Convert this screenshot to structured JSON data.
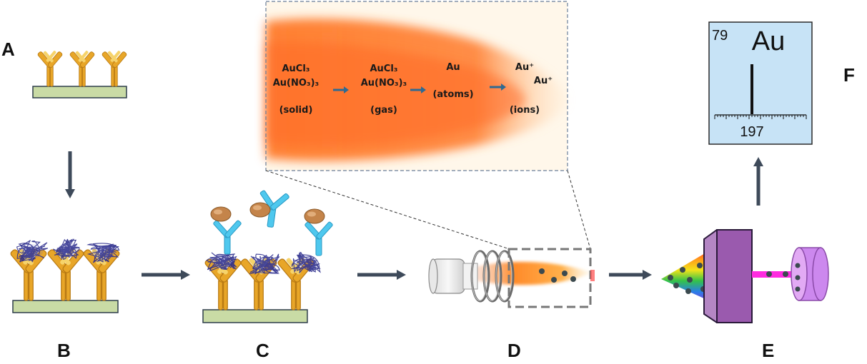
{
  "panels": {
    "a": "A",
    "b": "B",
    "c": "C",
    "d": "D",
    "e": "E",
    "f": "F"
  },
  "inset": {
    "stages": [
      {
        "line1": "AuCl₃",
        "line2": "Au(NO₃)₃",
        "state": "(solid)"
      },
      {
        "line1": "AuCl₃",
        "line2": "Au(NO₃)₃",
        "state": "(gas)"
      },
      {
        "line1": "Au",
        "line2": "",
        "state": "(atoms)"
      },
      {
        "line1": "Au⁺",
        "line2": "Au⁺",
        "state": "(ions)"
      }
    ]
  },
  "element": {
    "atomic_number": "79",
    "symbol": "Au",
    "mass": "197"
  },
  "colors": {
    "arrow": "#3e4a5a",
    "plate": "#c9dba5",
    "antibody": "#e8a628",
    "detect_antibody": "#4fc8ee",
    "gold_label": "#c4844a",
    "protein": "#2b2c8c",
    "element_box": "#c7e3f6"
  }
}
